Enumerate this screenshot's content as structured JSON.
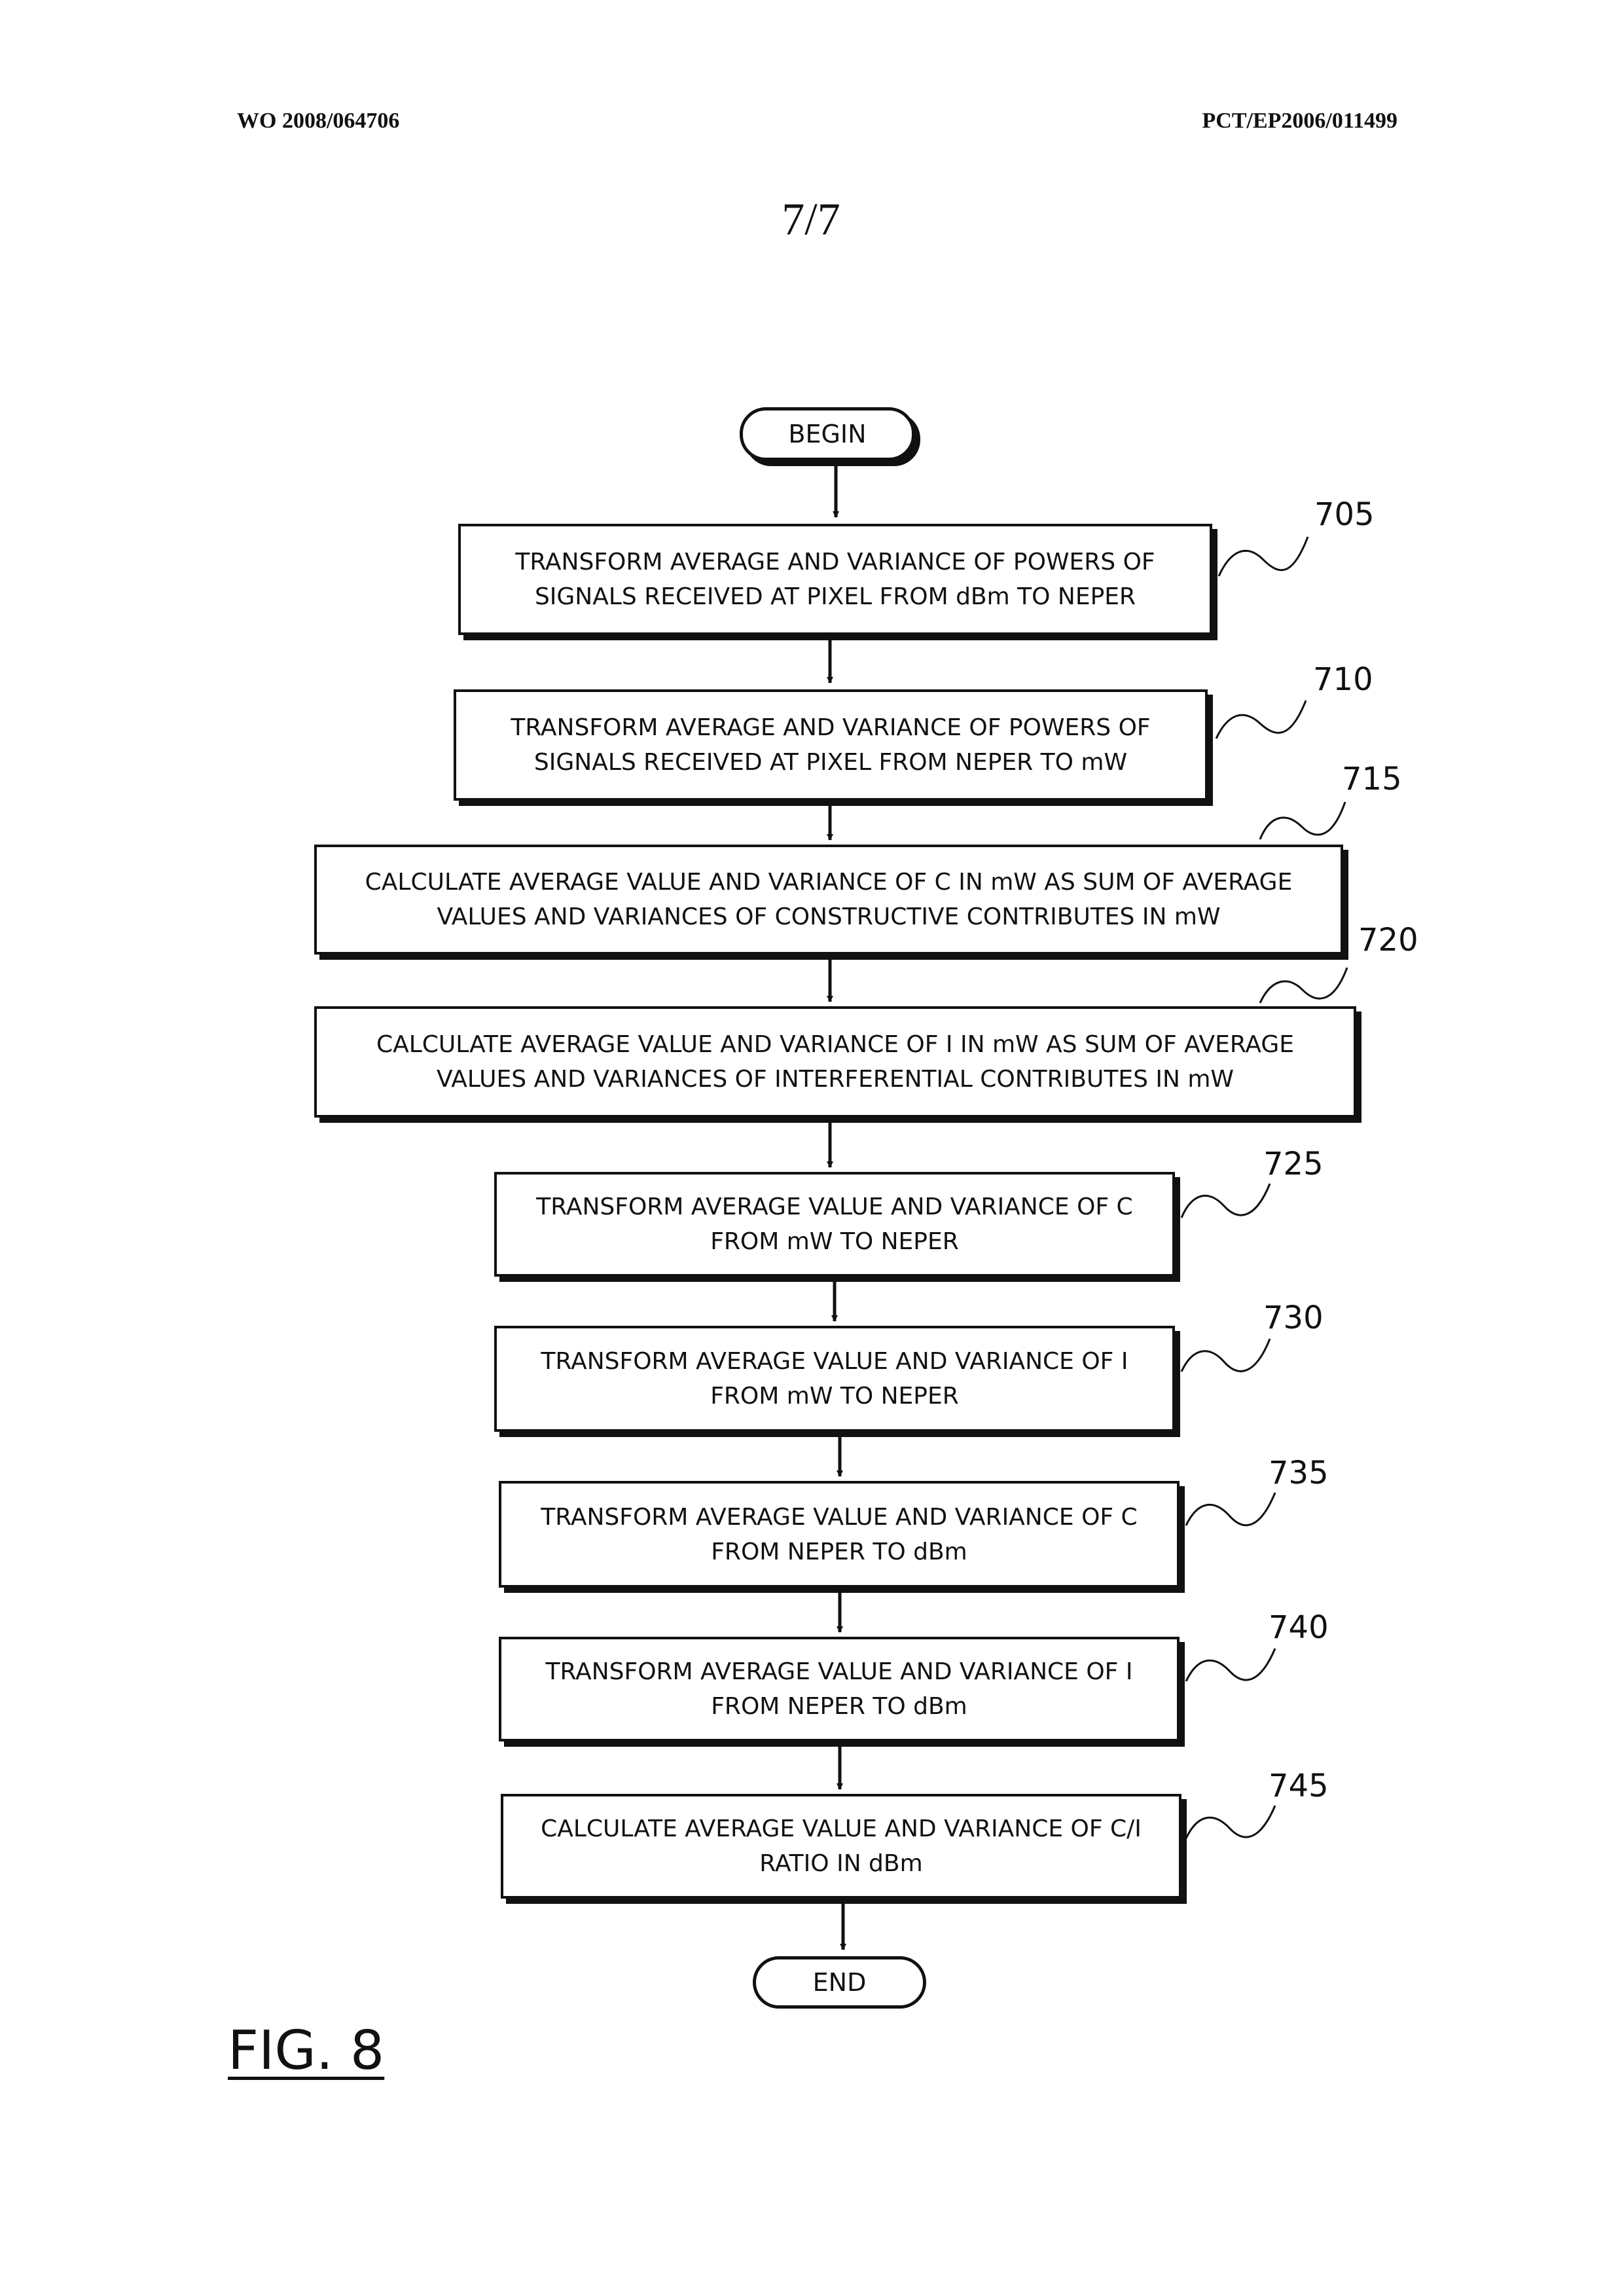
{
  "header": {
    "left": "WO 2008/064706",
    "right": "PCT/EP2006/011499",
    "page_number": "7/7"
  },
  "flowchart": {
    "begin": "BEGIN",
    "end": "END",
    "steps": [
      {
        "ref": "705",
        "text": "TRANSFORM AVERAGE AND VARIANCE OF POWERS OF\nSIGNALS RECEIVED AT PIXEL FROM dBm TO NEPER"
      },
      {
        "ref": "710",
        "text": "TRANSFORM AVERAGE AND VARIANCE OF POWERS OF\nSIGNALS RECEIVED AT PIXEL FROM NEPER TO mW"
      },
      {
        "ref": "715",
        "text": "CALCULATE AVERAGE VALUE AND VARIANCE OF C IN mW AS SUM OF AVERAGE\nVALUES AND VARIANCES OF CONSTRUCTIVE CONTRIBUTES IN mW"
      },
      {
        "ref": "720",
        "text": "CALCULATE AVERAGE VALUE AND VARIANCE OF I IN mW AS SUM OF AVERAGE\nVALUES AND VARIANCES OF INTERFERENTIAL CONTRIBUTES IN mW"
      },
      {
        "ref": "725",
        "text": "TRANSFORM AVERAGE VALUE AND VARIANCE OF C\nFROM mW TO NEPER"
      },
      {
        "ref": "730",
        "text": "TRANSFORM AVERAGE VALUE AND VARIANCE OF I\nFROM mW TO NEPER"
      },
      {
        "ref": "735",
        "text": "TRANSFORM AVERAGE VALUE AND VARIANCE OF C\nFROM NEPER TO dBm"
      },
      {
        "ref": "740",
        "text": "TRANSFORM AVERAGE VALUE AND VARIANCE OF I\nFROM NEPER TO dBm"
      },
      {
        "ref": "745",
        "text": "CALCULATE AVERAGE VALUE AND VARIANCE OF C/I\nRATIO IN dBm"
      }
    ]
  },
  "figure_label": "FIG. 8"
}
